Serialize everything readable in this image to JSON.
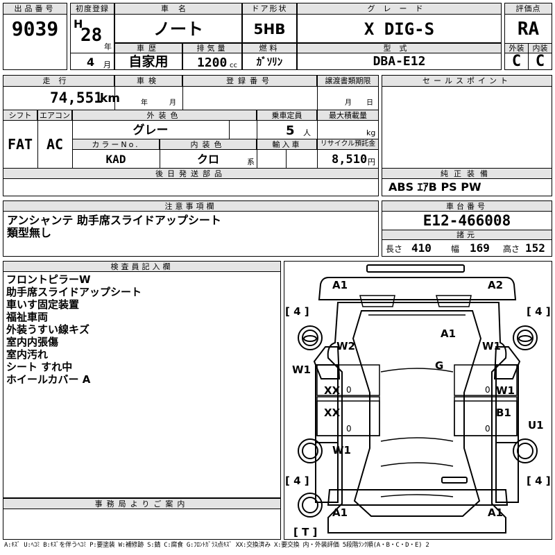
{
  "lot": {
    "label": "出品番号",
    "value": "9039"
  },
  "first_reg": {
    "label": "初度登録",
    "era": "H",
    "year": "28",
    "year_unit": "年",
    "month": "4",
    "month_unit": "月"
  },
  "car_name": {
    "label": "車名",
    "value": "ノート"
  },
  "door": {
    "label": "ドア形状",
    "value": "5HB"
  },
  "grade": {
    "label": "グレード",
    "value": "X DIG-S"
  },
  "score": {
    "label": "評価点",
    "value": "RA",
    "exterior_label": "外装",
    "interior_label": "内装",
    "exterior": "C",
    "interior": "C"
  },
  "history": {
    "label": "車歴",
    "value": "自家用"
  },
  "displacement": {
    "label": "排気量",
    "value": "1200",
    "unit": "cc"
  },
  "fuel": {
    "label": "燃料",
    "value": "ｶﾞｿﾘﾝ"
  },
  "model": {
    "label": "型式",
    "value": "DBA-E12"
  },
  "mileage": {
    "label": "走行",
    "value": "74,551",
    "unit": "km"
  },
  "inspection": {
    "label": "車検",
    "year_unit": "年",
    "month_unit": "月"
  },
  "reg_no": {
    "label": "登録番号"
  },
  "transfer": {
    "label": "譲渡書類期限",
    "month_unit": "月",
    "day_unit": "日"
  },
  "sales_point": {
    "label": "セールスポイント"
  },
  "shift": {
    "label": "シフト",
    "value": "FAT"
  },
  "aircon": {
    "label": "エアコン",
    "value": "AC"
  },
  "ext_color": {
    "label": "外装色",
    "value": "グレー"
  },
  "capacity": {
    "label": "乗車定員",
    "value": "5",
    "unit": "人"
  },
  "max_load": {
    "label": "最大積載量",
    "unit": "kg"
  },
  "color_no": {
    "label": "カラーNo.",
    "value": "KAD"
  },
  "int_color": {
    "label": "内装色",
    "value": "クロ",
    "suffix": "系"
  },
  "import": {
    "label": "輸入車"
  },
  "recycle": {
    "label": "リサイクル預託金",
    "value": "8,510",
    "unit": "円"
  },
  "later_parts": {
    "label": "後日発送部品"
  },
  "equipment": {
    "label": "純正装備",
    "value": "ABS ｴｱB PS PW"
  },
  "caution": {
    "label": "注意事項欄",
    "lines": [
      "アンシャンテ 助手席スライドアップシート",
      "類型無し"
    ]
  },
  "chassis": {
    "label": "車台番号",
    "value": "E12-466008"
  },
  "dims": {
    "label": "諸元",
    "length_label": "長さ",
    "length": "410",
    "width_label": "幅",
    "width": "169",
    "height_label": "高さ",
    "height": "152"
  },
  "inspector": {
    "label": "検査員記入欄",
    "lines": [
      "フロントピラーW",
      "助手席スライドアップシート",
      "車いす固定装置",
      "福祉車両",
      "外装うすい線キズ",
      "室内内張傷",
      "室内汚れ",
      "シート すれ中",
      "ホイールカバー A"
    ]
  },
  "office": {
    "label": "事務局よりご案内"
  },
  "diagram": {
    "marks": [
      "A1",
      "A2",
      "[ 4 ]",
      "[ 4 ]",
      "A1",
      "W2",
      "W1",
      "G",
      "W1",
      "XX",
      "W1",
      "XX",
      "B1",
      "U1",
      "W1",
      "[ 4 ]",
      "[ 4 ]",
      "A1",
      "A1",
      "[ T ]"
    ],
    "gauges": [
      "0",
      "0",
      "0",
      "0"
    ]
  },
  "legend": "A:ｷｽﾞ U:ﾍｺﾐ B:ｷｽﾞを伴うﾍｺﾐ P:要塗装 W:補修跡 S:錆 C:腐食 G:ﾌﾛﾝﾄｶﾞﾗｽ点ｷｽﾞ XX:交換済み X:要交換 内・外装評価 5段階ﾗﾝｸ順(A・B・C・D・E) 2"
}
